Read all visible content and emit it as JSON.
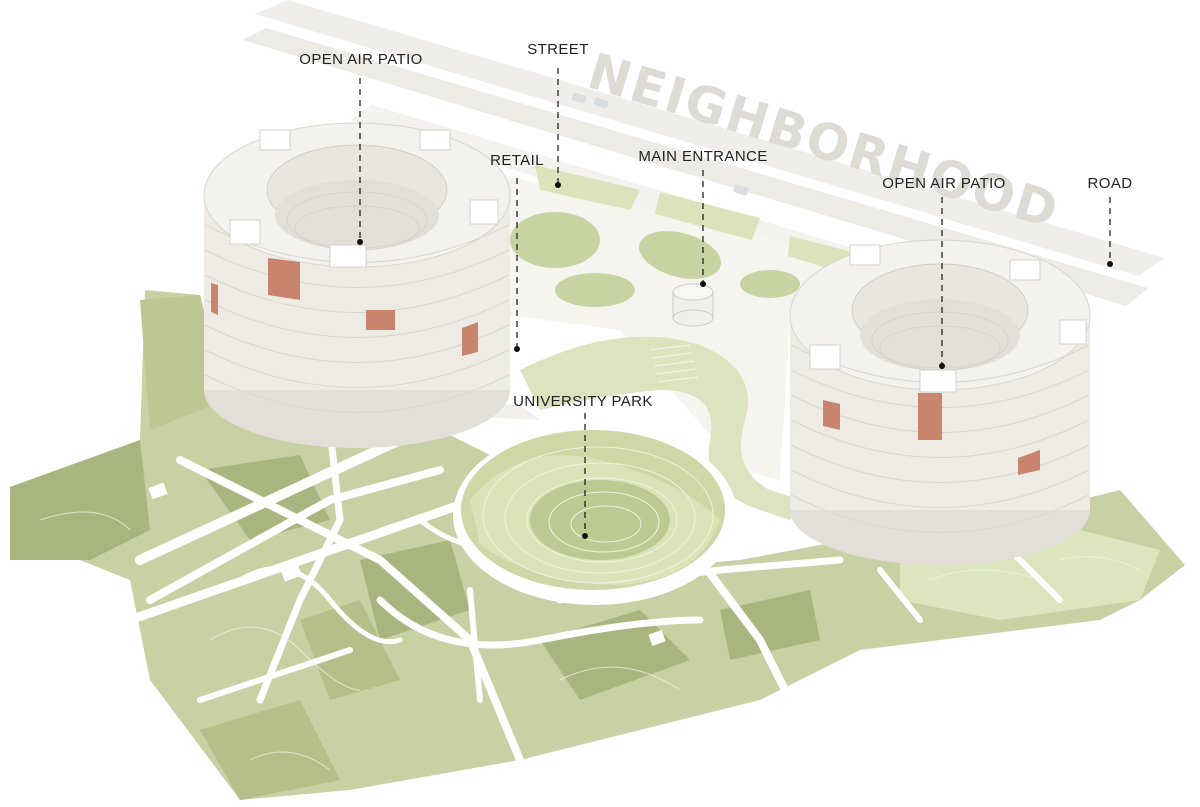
{
  "diagram": {
    "watermark": "NEIGHBORHOOD",
    "labels": {
      "open_air_patio_left": "OPEN AIR PATIO",
      "street": "STREET",
      "retail": "RETAIL",
      "main_entrance": "MAIN ENTRANCE",
      "open_air_patio_right": "OPEN AIR PATIO",
      "road": "ROAD",
      "university_park": "UNIVERSITY PARK"
    }
  },
  "colors": {
    "background": "#ffffff",
    "road": "#ecebe6",
    "building": "#eeebe5",
    "building_shadow": "#d9d5cd",
    "park_light": "#dfe6c3",
    "park_mid": "#c2ce9c",
    "park_dark": "#a6b27c",
    "accent_window": "#c9846e",
    "text": "#222222"
  }
}
